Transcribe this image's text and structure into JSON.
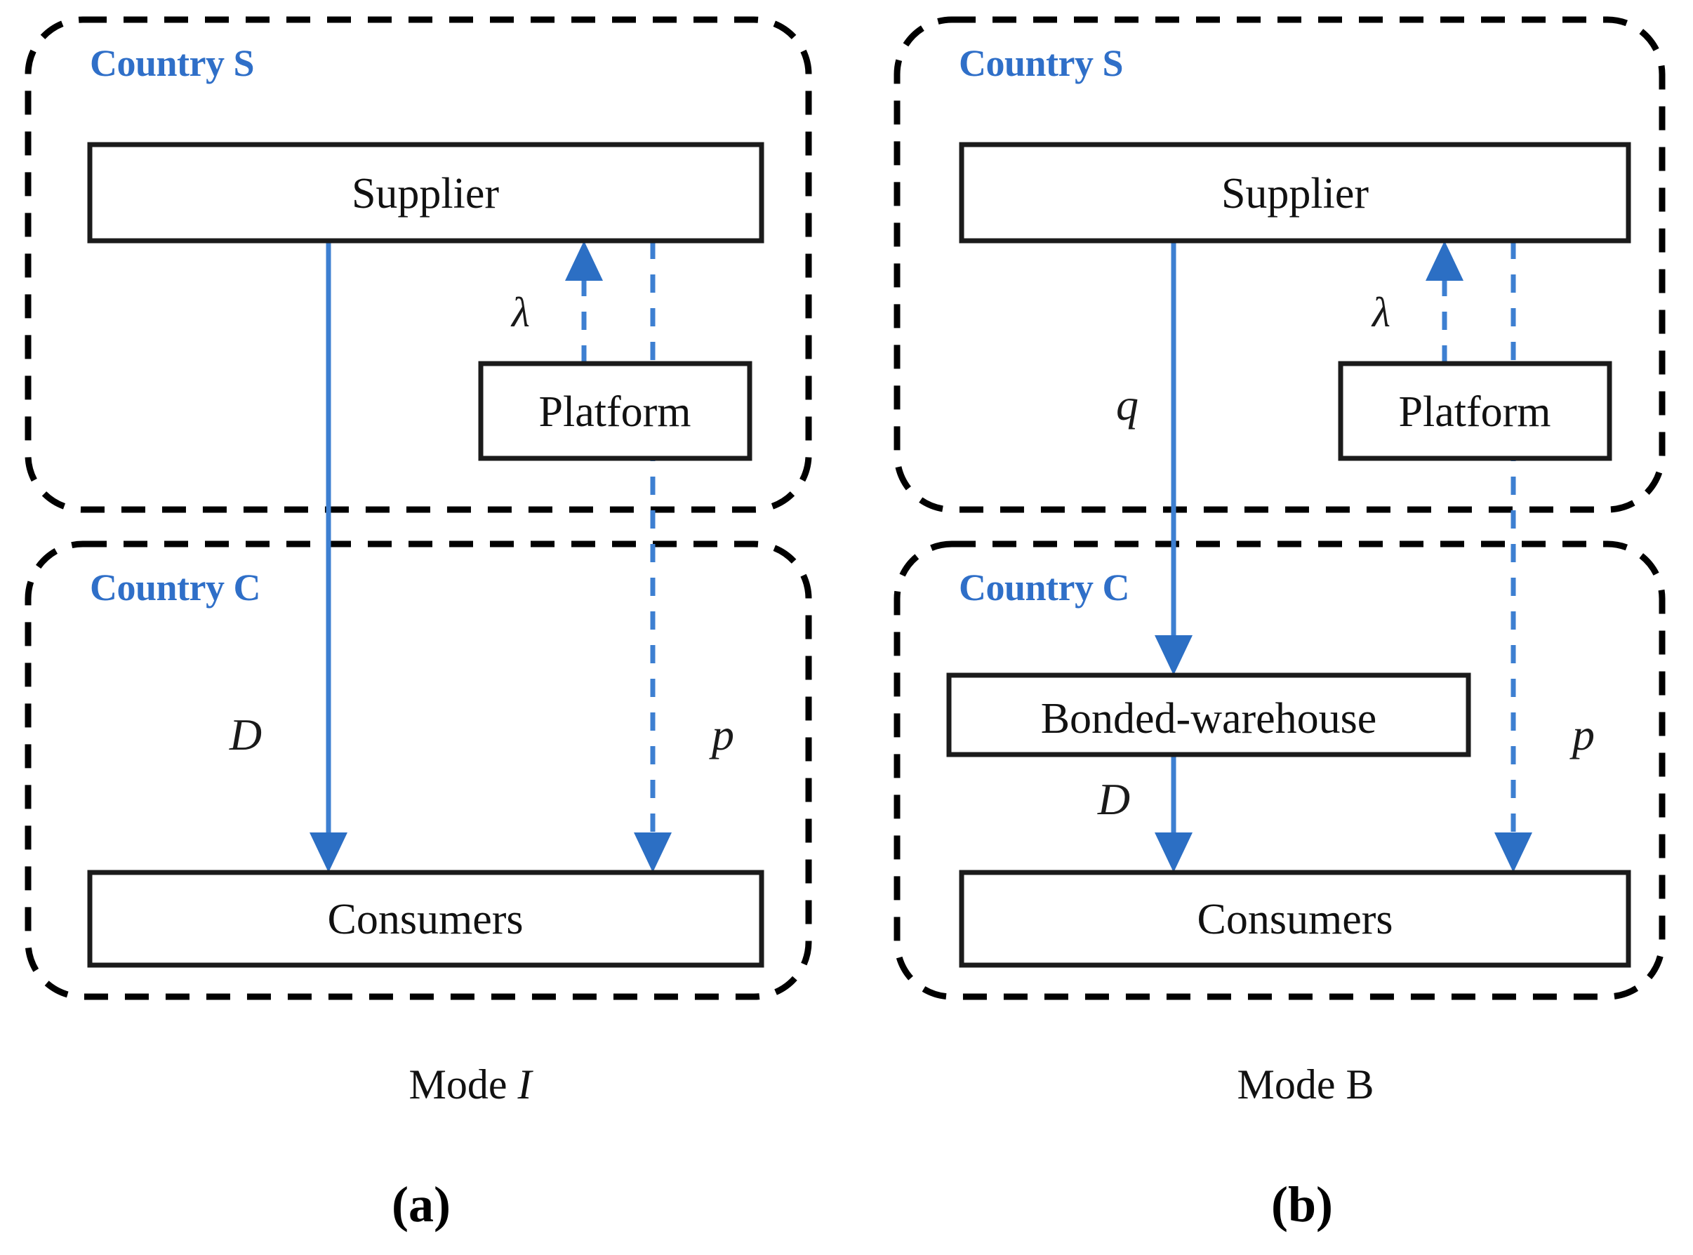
{
  "figure": {
    "panels": [
      {
        "id": "panel-a",
        "caption": "(a)",
        "mode_prefix": "Mode ",
        "mode_symbol": "I",
        "regions": [
          {
            "id": "country-s",
            "label": "Country S"
          },
          {
            "id": "country-c",
            "label": "Country C"
          }
        ],
        "nodes": [
          {
            "id": "supplier",
            "label": "Supplier"
          },
          {
            "id": "platform",
            "label": "Platform"
          },
          {
            "id": "consumers",
            "label": "Consumers"
          }
        ],
        "flows": [
          {
            "id": "flow-demand",
            "label": "D",
            "style": "solid",
            "from": "supplier",
            "to": "consumers"
          },
          {
            "id": "flow-commission",
            "label": "λ",
            "style": "dashed",
            "from": "platform",
            "to": "supplier"
          },
          {
            "id": "flow-price",
            "label": "p",
            "style": "dashed",
            "from": "platform",
            "to": "consumers"
          }
        ]
      },
      {
        "id": "panel-b",
        "caption": "(b)",
        "mode_prefix": "Mode ",
        "mode_symbol": "B",
        "regions": [
          {
            "id": "country-s",
            "label": "Country S"
          },
          {
            "id": "country-c",
            "label": "Country C"
          }
        ],
        "nodes": [
          {
            "id": "supplier",
            "label": "Supplier"
          },
          {
            "id": "platform",
            "label": "Platform"
          },
          {
            "id": "bonded-warehouse",
            "label": "Bonded-warehouse"
          },
          {
            "id": "consumers",
            "label": "Consumers"
          }
        ],
        "flows": [
          {
            "id": "flow-quantity",
            "label": "q",
            "style": "solid",
            "from": "supplier",
            "to": "bonded-warehouse"
          },
          {
            "id": "flow-demand",
            "label": "D",
            "style": "solid",
            "from": "bonded-warehouse",
            "to": "consumers"
          },
          {
            "id": "flow-commission",
            "label": "λ",
            "style": "dashed",
            "from": "platform",
            "to": "supplier"
          },
          {
            "id": "flow-price",
            "label": "p",
            "style": "dashed",
            "from": "platform",
            "to": "consumers"
          }
        ]
      }
    ],
    "colors": {
      "region_label": "#2F6FC8",
      "flow_line": "#3D7FD1",
      "arrow_head": "#2C6FC4",
      "box_stroke": "#1b1b1b",
      "boundary_stroke": "#000000",
      "background": "#ffffff"
    }
  }
}
